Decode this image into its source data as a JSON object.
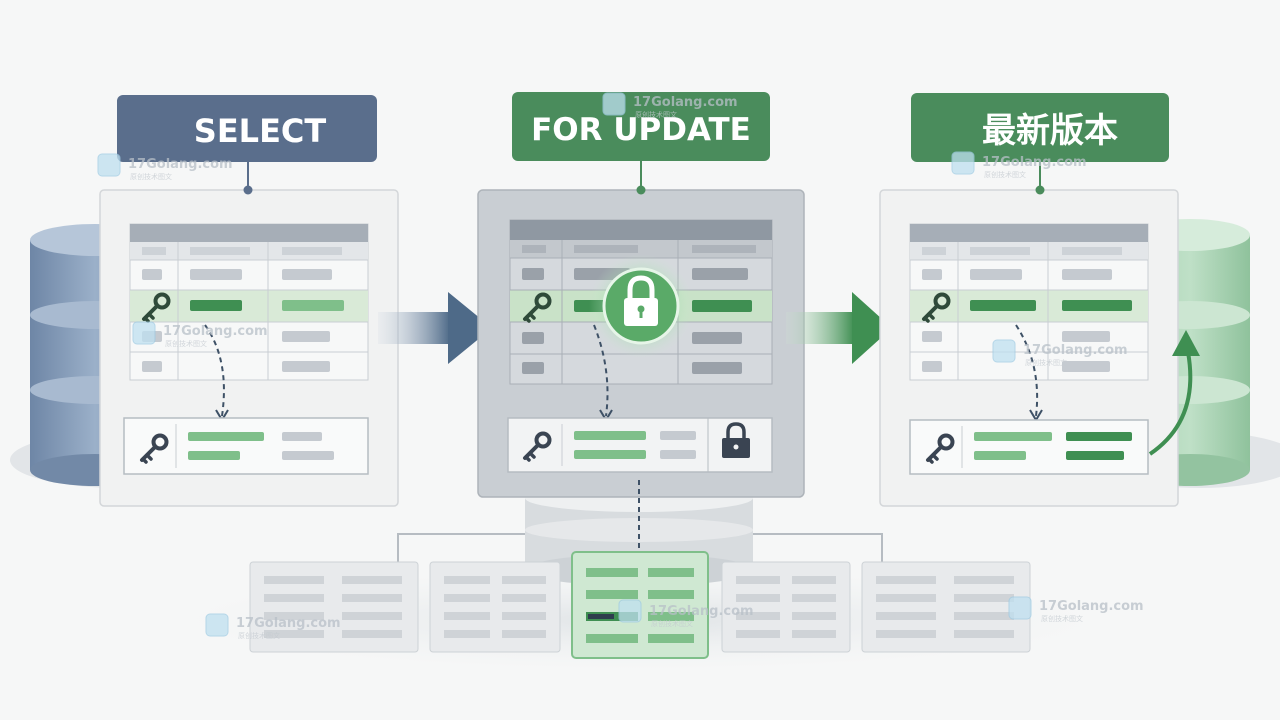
{
  "labels": {
    "select": "SELECT",
    "for_update": "FOR UPDATE",
    "latest_version": "最新版本"
  },
  "watermark": {
    "site": "17Golang.com",
    "tagline": "原创技术图文"
  },
  "colors": {
    "slate_label": "#5a6e8c",
    "green_label": "#4a8c5c",
    "row_highlight": "#d9ead7",
    "bar_green": "#7fbf8a",
    "bar_dark_green": "#3f8f52",
    "bar_gray": "#c5cad0",
    "db_blue": "#8aa0bc",
    "db_green": "#9ccaa8",
    "lock_green": "#5aaa68"
  },
  "icons": [
    "key-icon",
    "lock-icon",
    "database-icon",
    "arrow-right-icon",
    "curved-arrow-icon"
  ]
}
